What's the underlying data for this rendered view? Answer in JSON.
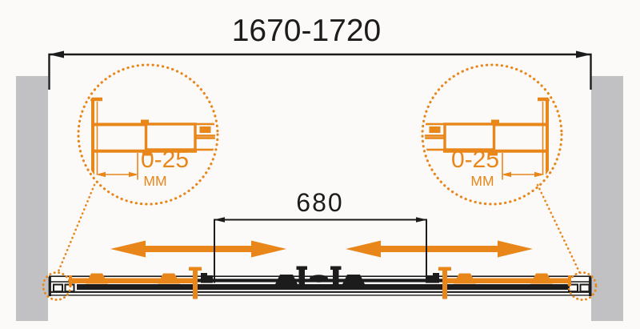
{
  "diagram": {
    "title": "sliding shower door installation diagram",
    "overall_width_label": "1670-1720",
    "center_opening_label": "680",
    "left_detail": {
      "adjustment_range": "0-25",
      "unit": "MM"
    },
    "right_detail": {
      "adjustment_range": "0-25",
      "unit": "MM"
    }
  },
  "colors": {
    "accent_orange": "#E8861A",
    "line_black": "#1C1C1C",
    "wall_gray": "#C1C1C3",
    "background": "#FBFAF9"
  }
}
